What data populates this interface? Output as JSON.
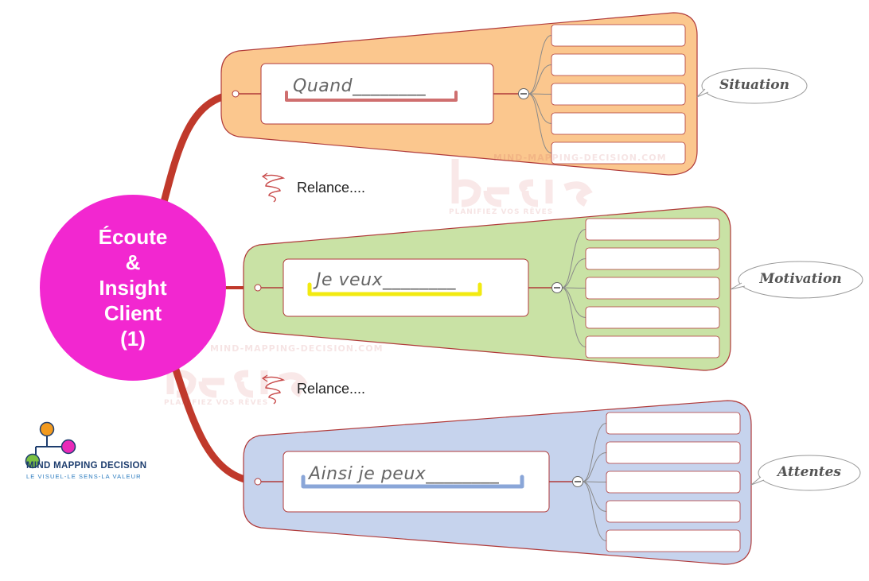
{
  "central_topic": {
    "lines": [
      "Écoute",
      "&",
      "Insight",
      "Client",
      "(1)"
    ],
    "color": "#f227d0"
  },
  "branches": [
    {
      "label": "Quand________",
      "callout": "Situation",
      "fill": "#fbc78e",
      "underline_color": "#cf6f6f",
      "subtopic_count": 5
    },
    {
      "label": "Je veux________",
      "callout": "Motivation",
      "fill": "#c9e2a5",
      "underline_color": "#f2ea10",
      "subtopic_count": 5
    },
    {
      "label": "Ainsi je peux________",
      "callout": "Attentes",
      "fill": "#c6d3ed",
      "underline_color": "#8aa6d8",
      "subtopic_count": 5
    }
  ],
  "relances": [
    {
      "text": "Relance....",
      "icon": "spiral-icon"
    },
    {
      "text": "Relance....",
      "icon": "spiral-icon"
    }
  ],
  "watermark": {
    "url": "MIND-MAPPING-DECISION.COM",
    "word": "decis",
    "tagline": "PLANIFIEZ VOS RÊVES"
  },
  "brand": {
    "title": "MIND MAPPING DECISION",
    "subtitle": "LE VISUEL-LE SENS-LA VALEUR"
  },
  "colors": {
    "connector": "#c0392b",
    "outline": "#b03a3a",
    "callout_border": "#999999"
  }
}
